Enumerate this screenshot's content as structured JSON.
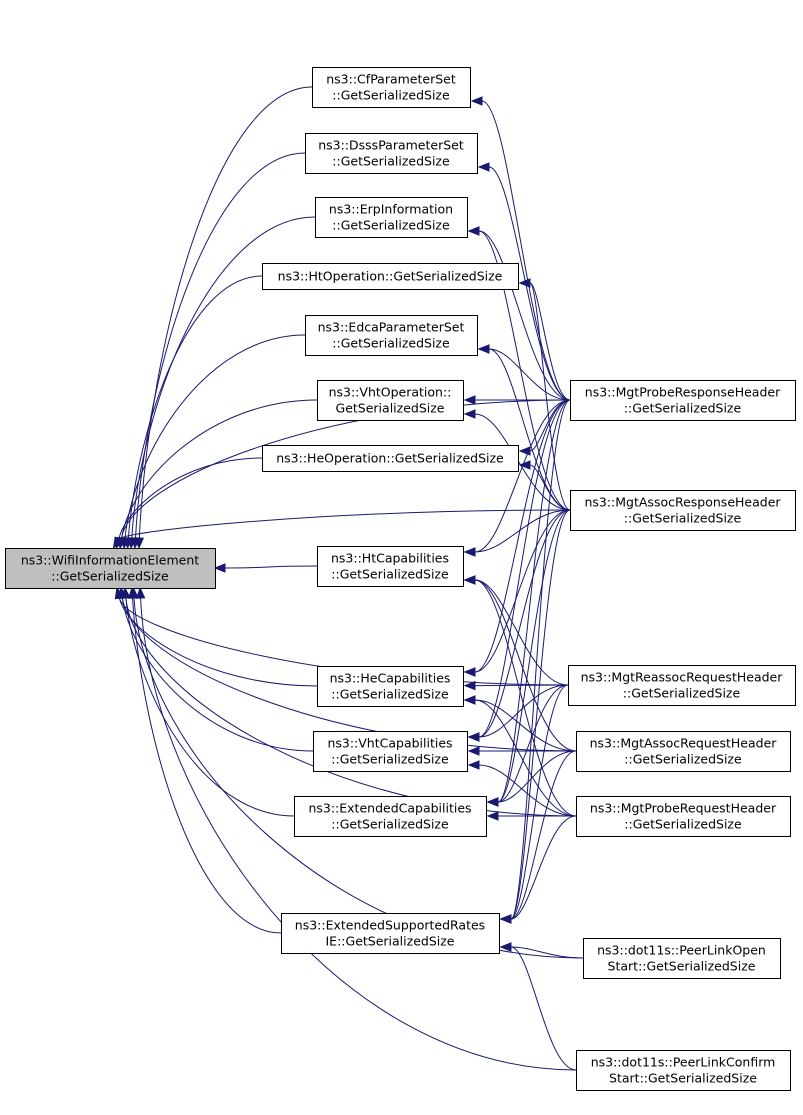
{
  "colors": {
    "edge": "#191970",
    "node_fill": "#ffffff",
    "root_fill": "#bfbfbf",
    "border": "#000000"
  },
  "nodes": [
    {
      "id": "root",
      "lines": [
        "ns3::WifiInformationElement",
        "::GetSerializedSize"
      ],
      "highlight": true
    },
    {
      "id": "cf",
      "lines": [
        "ns3::CfParameterSet",
        "::GetSerializedSize"
      ]
    },
    {
      "id": "dsss",
      "lines": [
        "ns3::DsssParameterSet",
        "::GetSerializedSize"
      ]
    },
    {
      "id": "erp",
      "lines": [
        "ns3::ErpInformation",
        "::GetSerializedSize"
      ]
    },
    {
      "id": "htop",
      "lines": [
        "ns3::HtOperation::GetSerializedSize"
      ]
    },
    {
      "id": "edca",
      "lines": [
        "ns3::EdcaParameterSet",
        "::GetSerializedSize"
      ]
    },
    {
      "id": "vhtop",
      "lines": [
        "ns3::VhtOperation::",
        "GetSerializedSize"
      ]
    },
    {
      "id": "heop",
      "lines": [
        "ns3::HeOperation::GetSerializedSize"
      ]
    },
    {
      "id": "htcap",
      "lines": [
        "ns3::HtCapabilities",
        "::GetSerializedSize"
      ]
    },
    {
      "id": "hecap",
      "lines": [
        "ns3::HeCapabilities",
        "::GetSerializedSize"
      ]
    },
    {
      "id": "vhtcap",
      "lines": [
        "ns3::VhtCapabilities",
        "::GetSerializedSize"
      ]
    },
    {
      "id": "extcap",
      "lines": [
        "ns3::ExtendedCapabilities",
        "::GetSerializedSize"
      ]
    },
    {
      "id": "extrates",
      "lines": [
        "ns3::ExtendedSupportedRates",
        "IE::GetSerializedSize"
      ]
    },
    {
      "id": "proberesp",
      "lines": [
        "ns3::MgtProbeResponseHeader",
        "::GetSerializedSize"
      ]
    },
    {
      "id": "assocresp",
      "lines": [
        "ns3::MgtAssocResponseHeader",
        "::GetSerializedSize"
      ]
    },
    {
      "id": "reassocreq",
      "lines": [
        "ns3::MgtReassocRequestHeader",
        "::GetSerializedSize"
      ]
    },
    {
      "id": "assocreq",
      "lines": [
        "ns3::MgtAssocRequestHeader",
        "::GetSerializedSize"
      ]
    },
    {
      "id": "probereq",
      "lines": [
        "ns3::MgtProbeRequestHeader",
        "::GetSerializedSize"
      ]
    },
    {
      "id": "plopen",
      "lines": [
        "ns3::dot11s::PeerLinkOpen",
        "Start::GetSerializedSize"
      ]
    },
    {
      "id": "plconfirm",
      "lines": [
        "ns3::dot11s::PeerLinkConfirm",
        "Start::GetSerializedSize"
      ]
    }
  ],
  "edges": [
    {
      "from": "cf",
      "to": "root"
    },
    {
      "from": "dsss",
      "to": "root"
    },
    {
      "from": "erp",
      "to": "root"
    },
    {
      "from": "htop",
      "to": "root"
    },
    {
      "from": "edca",
      "to": "root"
    },
    {
      "from": "vhtop",
      "to": "root"
    },
    {
      "from": "heop",
      "to": "root"
    },
    {
      "from": "htcap",
      "to": "root"
    },
    {
      "from": "hecap",
      "to": "root"
    },
    {
      "from": "vhtcap",
      "to": "root"
    },
    {
      "from": "extcap",
      "to": "root"
    },
    {
      "from": "extrates",
      "to": "root"
    },
    {
      "from": "proberesp",
      "to": "root"
    },
    {
      "from": "assocresp",
      "to": "root"
    },
    {
      "from": "reassocreq",
      "to": "root"
    },
    {
      "from": "assocreq",
      "to": "root"
    },
    {
      "from": "probereq",
      "to": "root"
    },
    {
      "from": "plopen",
      "to": "root"
    },
    {
      "from": "plconfirm",
      "to": "root"
    },
    {
      "from": "proberesp",
      "to": "cf"
    },
    {
      "from": "proberesp",
      "to": "dsss"
    },
    {
      "from": "proberesp",
      "to": "erp"
    },
    {
      "from": "proberesp",
      "to": "htop"
    },
    {
      "from": "proberesp",
      "to": "edca"
    },
    {
      "from": "proberesp",
      "to": "vhtop"
    },
    {
      "from": "proberesp",
      "to": "heop"
    },
    {
      "from": "proberesp",
      "to": "htcap"
    },
    {
      "from": "proberesp",
      "to": "hecap"
    },
    {
      "from": "proberesp",
      "to": "vhtcap"
    },
    {
      "from": "proberesp",
      "to": "extcap"
    },
    {
      "from": "proberesp",
      "to": "extrates"
    },
    {
      "from": "assocresp",
      "to": "erp"
    },
    {
      "from": "assocresp",
      "to": "htop"
    },
    {
      "from": "assocresp",
      "to": "edca"
    },
    {
      "from": "assocresp",
      "to": "vhtop"
    },
    {
      "from": "assocresp",
      "to": "heop"
    },
    {
      "from": "assocresp",
      "to": "htcap"
    },
    {
      "from": "assocresp",
      "to": "hecap"
    },
    {
      "from": "assocresp",
      "to": "vhtcap"
    },
    {
      "from": "assocresp",
      "to": "extcap"
    },
    {
      "from": "assocresp",
      "to": "extrates"
    },
    {
      "from": "reassocreq",
      "to": "htcap"
    },
    {
      "from": "reassocreq",
      "to": "hecap"
    },
    {
      "from": "reassocreq",
      "to": "vhtcap"
    },
    {
      "from": "reassocreq",
      "to": "extcap"
    },
    {
      "from": "reassocreq",
      "to": "extrates"
    },
    {
      "from": "assocreq",
      "to": "htcap"
    },
    {
      "from": "assocreq",
      "to": "hecap"
    },
    {
      "from": "assocreq",
      "to": "vhtcap"
    },
    {
      "from": "assocreq",
      "to": "extcap"
    },
    {
      "from": "assocreq",
      "to": "extrates"
    },
    {
      "from": "probereq",
      "to": "htcap"
    },
    {
      "from": "probereq",
      "to": "hecap"
    },
    {
      "from": "probereq",
      "to": "vhtcap"
    },
    {
      "from": "probereq",
      "to": "extcap"
    },
    {
      "from": "probereq",
      "to": "extrates"
    },
    {
      "from": "plopen",
      "to": "extrates"
    },
    {
      "from": "plconfirm",
      "to": "extrates"
    }
  ]
}
